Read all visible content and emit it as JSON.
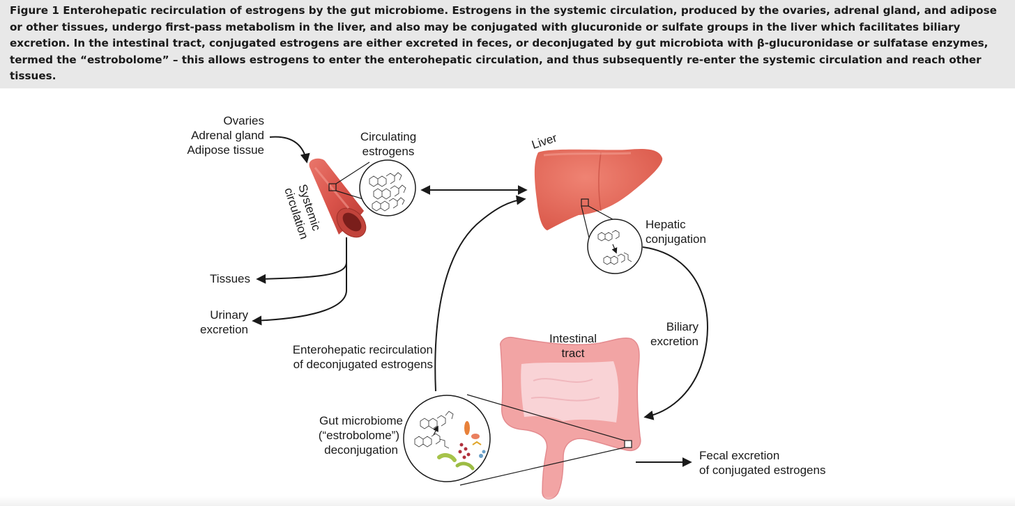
{
  "caption": {
    "figure_label": "Figure 1",
    "text": " Enterohepatic recirculation of estrogens by the gut microbiome. Estrogens in the systemic circulation, produced by the ovaries, adrenal gland, and adipose or other tissues, undergo first-pass metabolism in the liver, and also may be conjugated with glucuronide or sulfate groups in the liver which facilitates biliary excretion. In the intestinal tract, conjugated estrogens are either excreted in feces, or deconjugated by gut microbiota with β-glucuronidase or sulfatase enzymes, termed the “estrobolome” – this allows estrogens to enter the enterohepatic circulation, and thus subsequently re-enter the systemic circulation and reach other tissues."
  },
  "diagram": {
    "sources": [
      "Ovaries",
      "Adrenal gland",
      "Adipose tissue"
    ],
    "systemic_circulation": [
      "Systemic",
      "circulation"
    ],
    "circulating_estrogens": [
      "Circulating",
      "estrogens"
    ],
    "liver": "Liver",
    "hepatic_conjugation": [
      "Hepatic",
      "conjugation"
    ],
    "tissues": "Tissues",
    "urinary_excretion": [
      "Urinary",
      "excretion"
    ],
    "biliary_excretion": [
      "Biliary",
      "excretion"
    ],
    "intestinal_tract": [
      "Intestinal",
      "tract"
    ],
    "enterohepatic": [
      "Enterohepatic recirculation",
      "of deconjugated estrogens"
    ],
    "gut_microbiome": [
      "Gut microbiome",
      "(“estrobolome”)",
      "deconjugation"
    ],
    "fecal_excretion": [
      "Fecal excretion",
      "of conjugated estrogens"
    ]
  },
  "colors": {
    "vessel": "#d9534a",
    "liver": "#e8685a",
    "intestine": "#f2a4a4",
    "intestine_inner": "#f9d3d6"
  }
}
